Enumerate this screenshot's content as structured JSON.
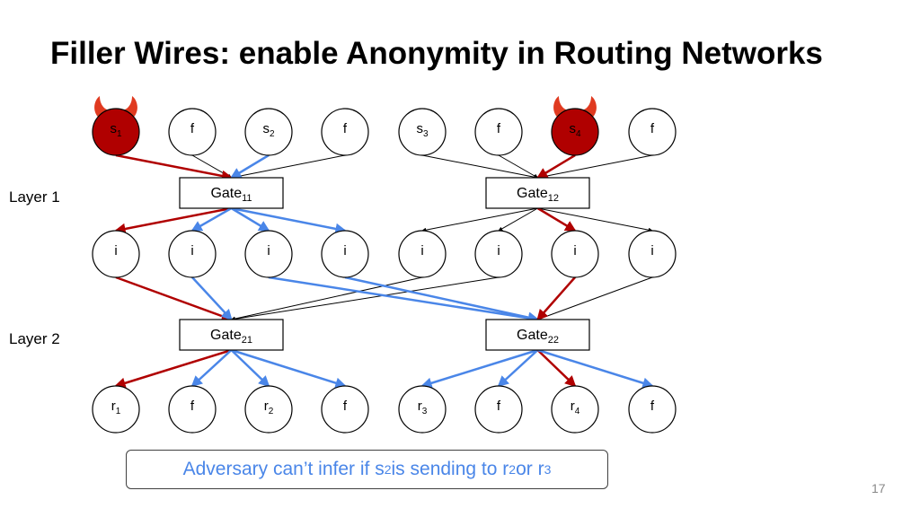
{
  "title": "Filler Wires: enable Anonymity in Routing Networks",
  "layers": [
    "Layer 1",
    "Layer 2"
  ],
  "colors": {
    "adversary": "#b00000",
    "tracked": "#4a86e8",
    "wire": "#000000",
    "devil": "#e03a20"
  },
  "rows": {
    "senders": [
      {
        "base": "s",
        "sub": "1",
        "adversary": true
      },
      {
        "base": "f",
        "sub": ""
      },
      {
        "base": "s",
        "sub": "2"
      },
      {
        "base": "f",
        "sub": ""
      },
      {
        "base": "s",
        "sub": "3"
      },
      {
        "base": "f",
        "sub": ""
      },
      {
        "base": "s",
        "sub": "4",
        "adversary": true
      },
      {
        "base": "f",
        "sub": ""
      }
    ],
    "intermediate": [
      {
        "base": "i",
        "sub": ""
      },
      {
        "base": "i",
        "sub": ""
      },
      {
        "base": "i",
        "sub": ""
      },
      {
        "base": "i",
        "sub": ""
      },
      {
        "base": "i",
        "sub": ""
      },
      {
        "base": "i",
        "sub": ""
      },
      {
        "base": "i",
        "sub": ""
      },
      {
        "base": "i",
        "sub": ""
      }
    ],
    "receivers": [
      {
        "base": "r",
        "sub": "1"
      },
      {
        "base": "f",
        "sub": ""
      },
      {
        "base": "r",
        "sub": "2"
      },
      {
        "base": "f",
        "sub": ""
      },
      {
        "base": "r",
        "sub": "3"
      },
      {
        "base": "f",
        "sub": ""
      },
      {
        "base": "r",
        "sub": "4"
      },
      {
        "base": "f",
        "sub": ""
      }
    ]
  },
  "gates": [
    {
      "base": "Gate",
      "sub": "11"
    },
    {
      "base": "Gate",
      "sub": "12"
    },
    {
      "base": "Gate",
      "sub": "21"
    },
    {
      "base": "Gate",
      "sub": "22"
    }
  ],
  "caption": {
    "part1": "Adversary can’t infer if s",
    "sub1": "2",
    "part2": " is sending to r",
    "sub2": "2",
    "part3": " or r",
    "sub3": "3"
  },
  "page_number": "17"
}
